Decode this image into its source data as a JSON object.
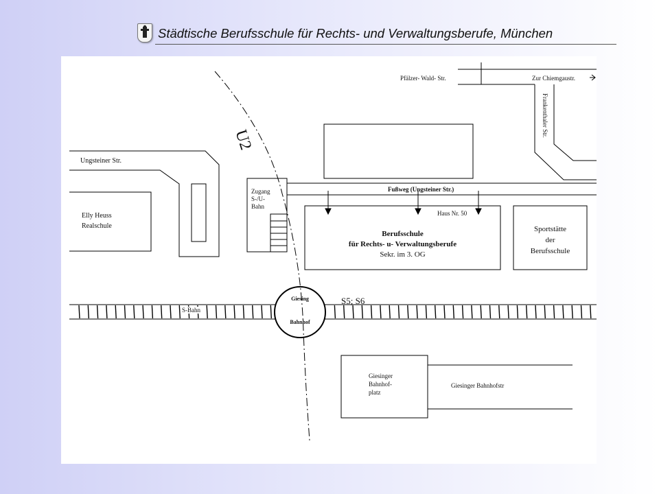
{
  "header": {
    "title": "Städtische Berufsschule für Rechts- und Verwaltungsberufe, München",
    "logo_icon": "munich-coat-of-arms-icon"
  },
  "map": {
    "streets": {
      "pfaelzer_wald": "Pfälzer- Wald- Str.",
      "zur_chiemgau": "Zur Chiemgaustr.",
      "frankenthaler": "Frankenthaler Str.",
      "ungsteiner": "Ungsteiner Str.",
      "fussweg": "Fußweg   (Ungsteiner Str.)",
      "sbahn": "S-Bahn",
      "giesinger_bahnhofstr": "Giesinger Bahnhofstr"
    },
    "u2": "U2",
    "s5s6": "S5; S6",
    "zugang": [
      "Zugang",
      "S-/U-",
      "Bahn"
    ],
    "haus_nr": "Haus Nr. 50",
    "berufsschule": {
      "line1": "Berufsschule",
      "line2": "für Rechts- u- Verwaltungsberufe",
      "line3": "Sekr. im 3. OG"
    },
    "sportstaette": [
      "Sportstätte",
      "der",
      "Berufsschule"
    ],
    "realschule": [
      "Elly  Heuss",
      "Realschule"
    ],
    "giesing_station": {
      "top": "Giesing",
      "bottom": "Bahnhof"
    },
    "bahnhofplatz": [
      "Giesinger",
      "Bahnhof-",
      "platz"
    ]
  }
}
